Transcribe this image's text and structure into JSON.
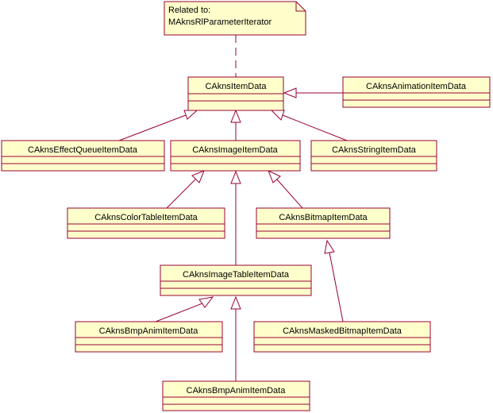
{
  "note": {
    "line1": "Related to:",
    "line2": "MAknsRlParameterIterator"
  },
  "classes": {
    "item_data": "CAknsItemData",
    "animation_item_data": "CAknsAnimationItemData",
    "effect_queue_item_data": "CAknsEffectQueueItemData",
    "image_item_data": "CAknsImageItemData",
    "string_item_data": "CAknsStringItemData",
    "color_table_item_data": "CAknsColorTableItemData",
    "bitmap_item_data": "CAknsBitmapItemData",
    "image_table_item_data": "CAknsImageTableItemData",
    "bmp_anim_item_data_1": "CAknsBmpAnimItemData",
    "masked_bitmap_item_data": "CAknsMaskedBitmapItemData",
    "bmp_anim_item_data_2": "CAknsBmpAnimItemData"
  },
  "colors": {
    "box_fill": "#ffffcc",
    "stroke": "#990033"
  }
}
